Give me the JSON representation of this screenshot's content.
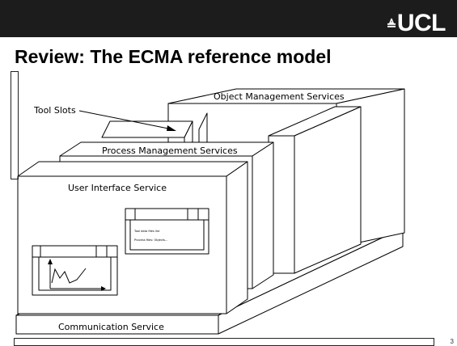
{
  "header": {
    "logo_text": "UCL",
    "logo_mark": "≜",
    "bar_color": "#1c1c1c"
  },
  "title": "Review: The ECMA reference model",
  "diagram": {
    "labels": {
      "object_management": "Object Management Services",
      "tool_slots": "Tool Slots",
      "process_management": "Process Management Services",
      "user_interface": "User Interface Service",
      "communication": "Communication Service"
    },
    "window_text_line1": "Tool data files list",
    "window_text_line2": "Process files: Objects..."
  },
  "page_number": "3"
}
